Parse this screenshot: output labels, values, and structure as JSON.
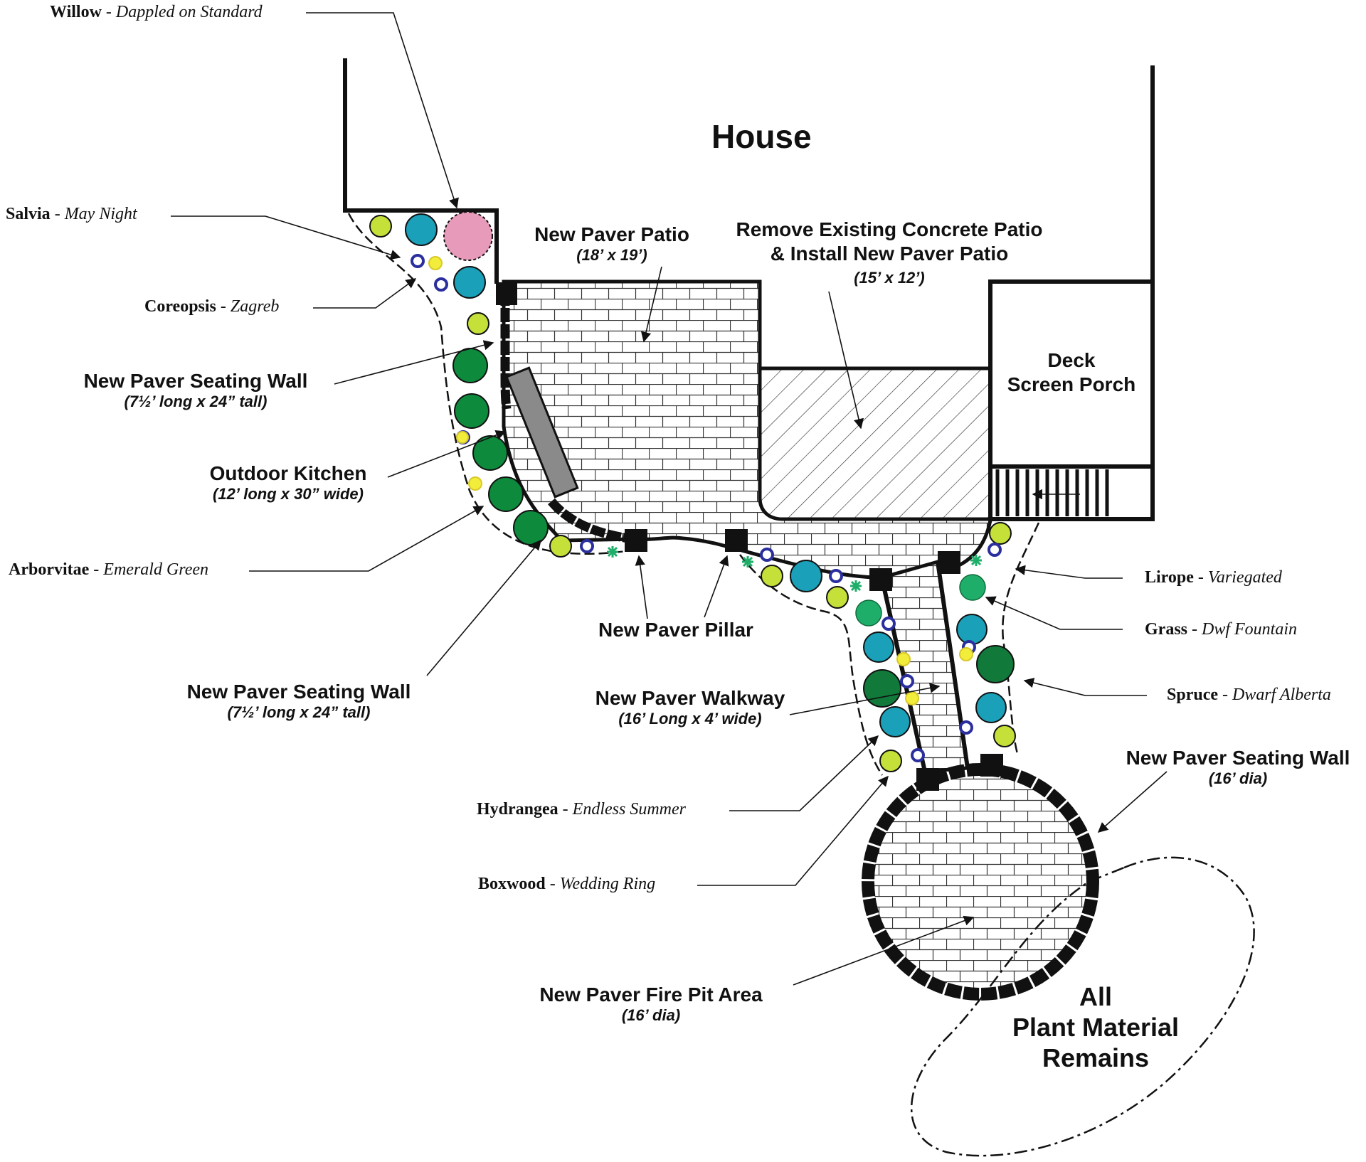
{
  "structures": {
    "house": "House",
    "deck": {
      "line1": "Deck",
      "line2": "Screen Porch"
    },
    "remains": {
      "line1": "All",
      "line2": "Plant Material",
      "line3": "Remains"
    }
  },
  "callouts": {
    "patio": {
      "title": "New Paver Patio",
      "sub": "(18’ x 19’)"
    },
    "remove_patio": {
      "line1": "Remove Existing Concrete Patio",
      "line2": "& Install New Paver Patio",
      "sub": "(15’ x 12’)"
    },
    "seating_wall_upper": {
      "title": "New Paver Seating Wall",
      "sub": "(7½’ long x 24” tall)"
    },
    "kitchen": {
      "title": "Outdoor Kitchen",
      "sub": "(12’ long x 30” wide)"
    },
    "seating_wall_lower": {
      "title": "New Paver Seating Wall",
      "sub": "(7½’ long x 24” tall)"
    },
    "pillar": {
      "title": "New Paver Pillar"
    },
    "walkway": {
      "title": "New Paver Walkway",
      "sub": "(16’ Long x 4’ wide)"
    },
    "seating_wall_round": {
      "title": "New Paver Seating Wall",
      "sub": "(16’ dia)"
    },
    "fire_pit": {
      "title": "New Paver Fire Pit Area",
      "sub": "(16’ dia)"
    }
  },
  "plants": {
    "willow": {
      "name": "Willow",
      "variety": "Dappled on Standard"
    },
    "salvia": {
      "name": "Salvia",
      "variety": "May Night"
    },
    "coreopsis": {
      "name": "Coreopsis",
      "variety": "Zagreb"
    },
    "arborvitae": {
      "name": "Arborvitae",
      "variety": "Emerald Green"
    },
    "hydrangea": {
      "name": "Hydrangea",
      "variety": "Endless Summer"
    },
    "boxwood": {
      "name": "Boxwood",
      "variety": "Wedding Ring"
    },
    "lirope": {
      "name": "Lirope",
      "variety": "Variegated"
    },
    "grass": {
      "name": "Grass",
      "variety": "Dwf Fountain"
    },
    "spruce": {
      "name": "Spruce",
      "variety": "Dwarf Alberta"
    }
  },
  "separator": " - ",
  "colors": {
    "arborvitae": "#0d8a3c",
    "boxwood": "#c6e03a",
    "hydrangea": "#1aa0b8",
    "salvia": "#2b2f9e",
    "coreopsis": "#f2ec3a",
    "willow": "#e79ab9",
    "grass": "#1fae6a",
    "kitchen": "#8a8a8a"
  }
}
